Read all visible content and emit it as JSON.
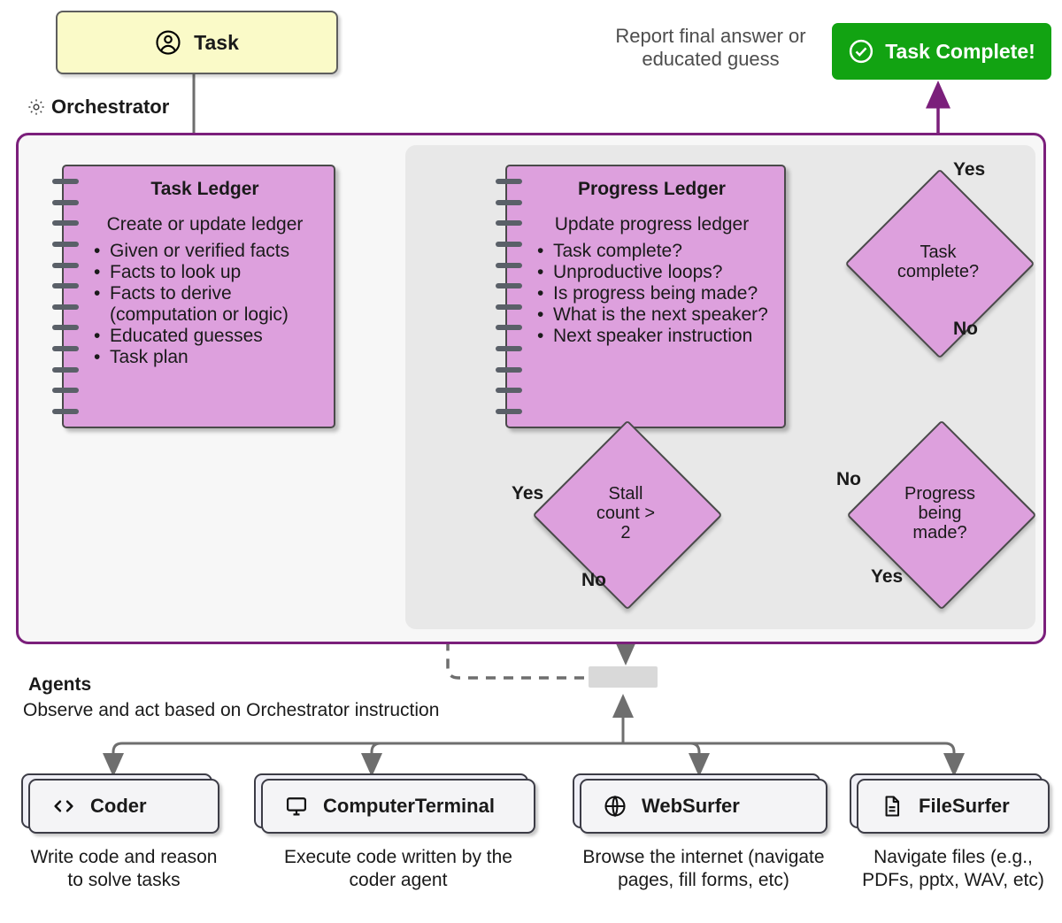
{
  "task": {
    "label": "Task",
    "icon": "person-circle-icon"
  },
  "orchestrator": {
    "title": "Orchestrator",
    "icon": "gear-icon"
  },
  "report": {
    "line1": "Report final answer or",
    "line2": "educated guess"
  },
  "task_complete": {
    "label": "Task Complete!",
    "icon": "check-circle-icon"
  },
  "task_ledger": {
    "title": "Task Ledger",
    "subtitle": "Create or update ledger",
    "items": [
      "Given or verified facts",
      "Facts to look up",
      "Facts to derive (computation or logic)",
      "Educated guesses",
      "Task plan"
    ]
  },
  "progress_ledger": {
    "title": "Progress Ledger",
    "subtitle": "Update progress ledger",
    "items": [
      "Task complete?",
      "Unproductive loops?",
      "Is progress being made?",
      "What is the next speaker?",
      "Next speaker instruction"
    ]
  },
  "decisions": {
    "task_complete": {
      "line1": "Task",
      "line2": "complete?",
      "yes": "Yes",
      "no": "No"
    },
    "stall": {
      "line1": "Stall",
      "line2": "count >",
      "line3": "2",
      "yes": "Yes",
      "no": "No"
    },
    "progress": {
      "line1": "Progress",
      "line2": "being",
      "line3": "made?",
      "yes": "Yes",
      "no": "No"
    }
  },
  "agents_section": {
    "title": "Agents",
    "subtitle": "Observe and act based on Orchestrator instruction",
    "agents": [
      {
        "name": "Coder",
        "icon": "code-icon",
        "description": "Write code and reason to solve tasks"
      },
      {
        "name": "ComputerTerminal",
        "icon": "monitor-icon",
        "description": "Execute code written by the coder agent"
      },
      {
        "name": "WebSurfer",
        "icon": "globe-icon",
        "description": "Browse the internet (navigate pages, fill forms, etc)"
      },
      {
        "name": "FileSurfer",
        "icon": "document-icon",
        "description": "Navigate files (e.g., PDFs, pptx, WAV, etc)"
      }
    ]
  },
  "colors": {
    "ledger_fill": "#DDA0DD",
    "orchestrator_border": "#7B1F7B",
    "purple_arrow": "#7B1F7B",
    "gray_arrow": "#6e6e6e",
    "task_fill": "#FAFAC8",
    "complete_fill": "#12A312",
    "inner_panel": "#E8E8E8"
  }
}
